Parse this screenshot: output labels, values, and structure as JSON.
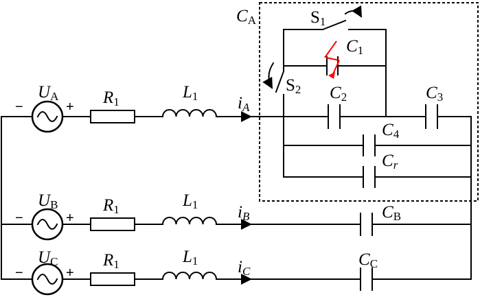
{
  "sources": {
    "a": {
      "main": "U",
      "sub": "A",
      "minus": "−",
      "plus": "+"
    },
    "b": {
      "main": "U",
      "sub": "B",
      "minus": "−",
      "plus": "+"
    },
    "c": {
      "main": "U",
      "sub": "C",
      "minus": "−",
      "plus": "+"
    }
  },
  "resistors": {
    "main": "R",
    "sub": "1"
  },
  "inductors": {
    "main": "L",
    "sub": "1"
  },
  "currents": {
    "a": {
      "main": "i",
      "sub": "A"
    },
    "b": {
      "main": "i",
      "sub": "B"
    },
    "c": {
      "main": "i",
      "sub": "C"
    }
  },
  "capacitors": {
    "c1": {
      "main": "C",
      "sub": "1"
    },
    "c2": {
      "main": "C",
      "sub": "2"
    },
    "c3": {
      "main": "C",
      "sub": "3"
    },
    "c4": {
      "main": "C",
      "sub": "4"
    },
    "cr": {
      "main": "C",
      "sub": "r"
    },
    "cb": {
      "main": "C",
      "sub": "B"
    },
    "cc": {
      "main": "C",
      "sub": "C"
    }
  },
  "switches": {
    "s1": {
      "main": "S",
      "sub": "1"
    },
    "s2": {
      "main": "S",
      "sub": "2"
    }
  },
  "box": {
    "main": "C",
    "sub": "A"
  },
  "colors": {
    "wire": "#000000",
    "variable_marker": "#ff0000"
  }
}
